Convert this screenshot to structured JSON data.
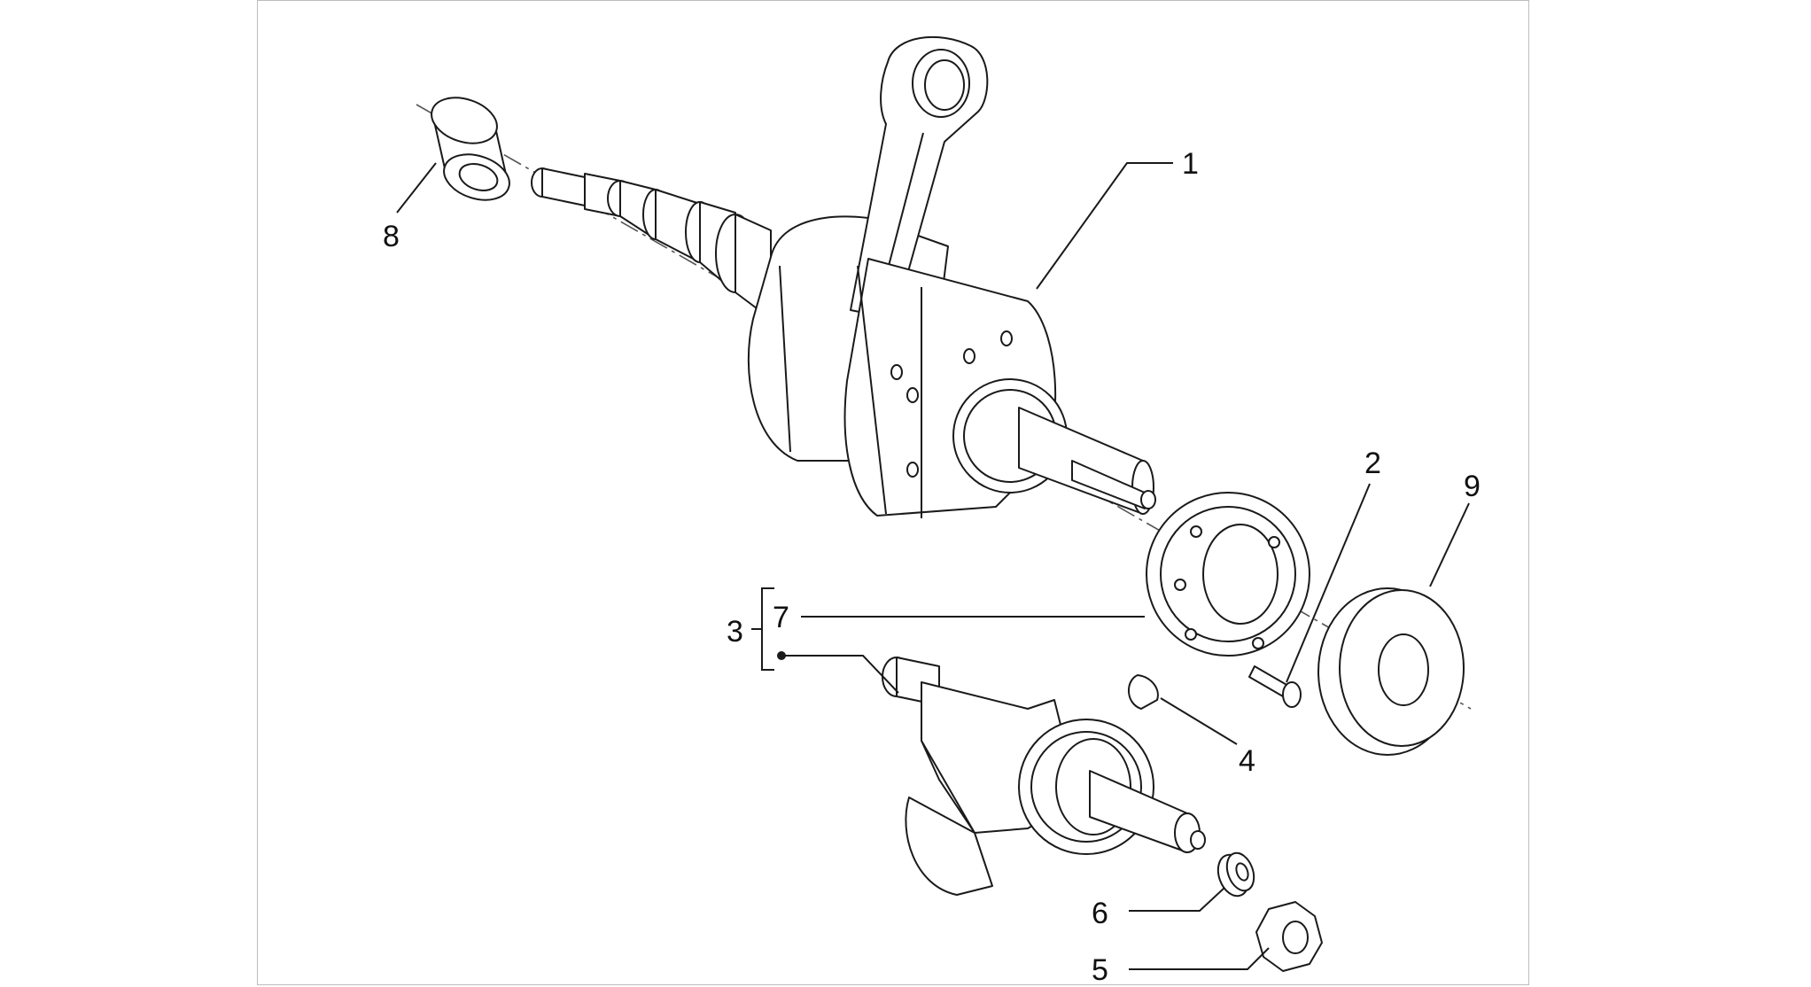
{
  "callouts": {
    "p1": "1",
    "p2": "2",
    "p3": "3",
    "p4": "4",
    "p5": "5",
    "p6": "6",
    "p7": "7",
    "p8": "8",
    "p9": "9"
  },
  "colors": {
    "line": "#1a1a1a",
    "background": "#ffffff",
    "frame": "#bdbdbd"
  }
}
